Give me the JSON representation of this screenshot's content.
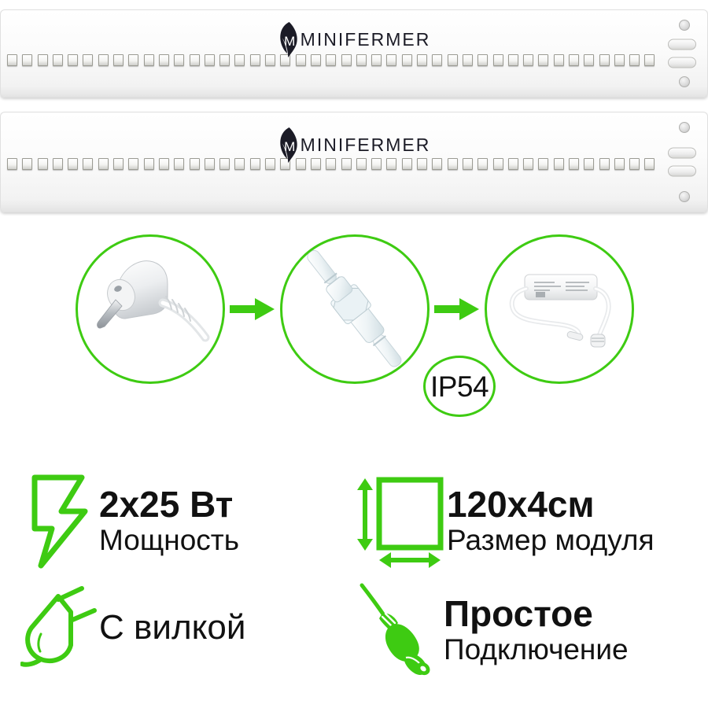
{
  "brand": {
    "name": "MINIFERMER",
    "logo_icon": "leaf-m-logo-icon",
    "leaf_color": "#1b1b26"
  },
  "colors": {
    "accent_green": "#3ecb12",
    "led_yellow": "#f9d71c",
    "text_black": "#111111"
  },
  "product": {
    "strips": [
      {
        "id": "led-strip-top",
        "led_count": 43,
        "logo_text": "MINIFERMER"
      },
      {
        "id": "led-strip-bottom",
        "led_count": 43,
        "logo_text": "MINIFERMER"
      }
    ]
  },
  "connection_flow": {
    "steps": [
      {
        "id": "step-power-plug",
        "icon": "power-plug-photo",
        "alt": "Белая угловая вилка европейского типа с кабелем"
      },
      {
        "id": "step-waterproof-connector",
        "icon": "waterproof-connector-photo",
        "alt": "Белый водонепроницаемый кабельный разъём"
      },
      {
        "id": "step-led-driver",
        "icon": "led-driver-photo",
        "alt": "Белый драйвер питания светодиодов с проводами"
      }
    ],
    "arrows": [
      {
        "id": "flow-arrow-1",
        "icon": "arrow-right-icon"
      },
      {
        "id": "flow-arrow-2",
        "icon": "arrow-right-icon"
      }
    ],
    "ip_rating": "IP54"
  },
  "specs": [
    {
      "id": "spec-power",
      "icon": "lightning-bolt-icon",
      "value": "2x25 Вт",
      "label": "Мощность"
    },
    {
      "id": "spec-size",
      "icon": "module-dimensions-icon",
      "value": "120x4см",
      "label": "Размер модуля"
    },
    {
      "id": "spec-plug",
      "icon": "plug-outline-icon",
      "value": "С вилкой",
      "label": ""
    },
    {
      "id": "spec-connection",
      "icon": "dc-barrel-connector-icon",
      "value": "Простое",
      "label": "Подключение"
    }
  ]
}
